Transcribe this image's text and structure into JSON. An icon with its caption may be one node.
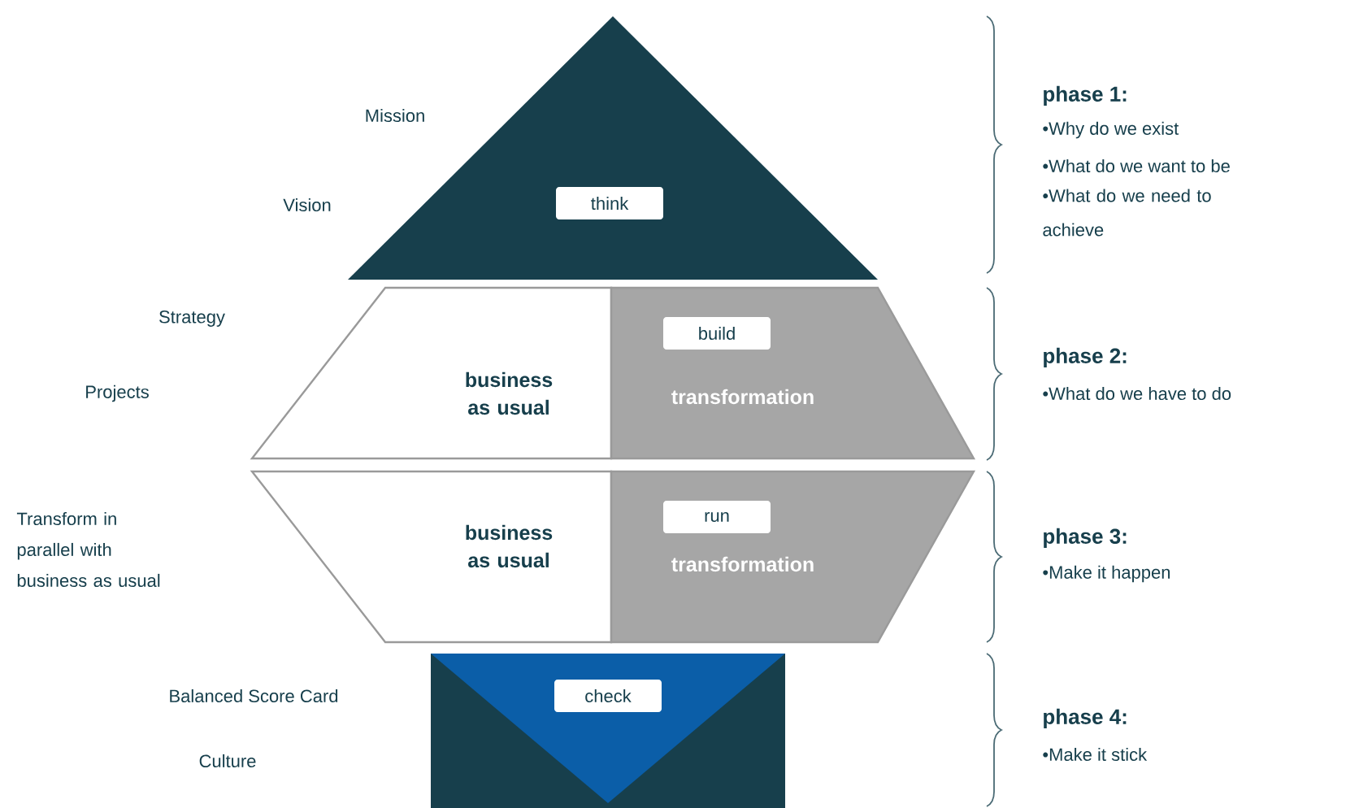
{
  "diagram": {
    "nodes": [
      {
        "text": [],
        "shape": "triangle"
      },
      {
        "text": [
          "think"
        ],
        "in": 0
      },
      {
        "text": [
          "business as usual"
        ]
      },
      {
        "text": [
          "transformation"
        ]
      },
      {
        "text": [
          "build"
        ],
        "in": 3
      },
      {
        "text": [
          "business as usual"
        ]
      },
      {
        "text": [
          "transformation"
        ]
      },
      {
        "text": [
          "run"
        ],
        "in": 6
      },
      {
        "text": [],
        "shape": "box"
      },
      {
        "text": [],
        "shape": "triangle",
        "in": 8
      },
      {
        "text": [
          "check"
        ],
        "in": 9
      }
    ],
    "labels": [
      "Mission",
      "Vision",
      "Strategy",
      "Projects",
      "Transform in parallel with business as usual",
      "Balanced Score Card",
      "Culture",
      "phase 1:",
      "•Why do we exist",
      "•What do we want to be",
      "•What do we need to achieve",
      "phase 2:",
      "•What do we have to do",
      "phase 3:",
      "•Make it happen",
      "phase 4:",
      "•Make it stick"
    ]
  }
}
